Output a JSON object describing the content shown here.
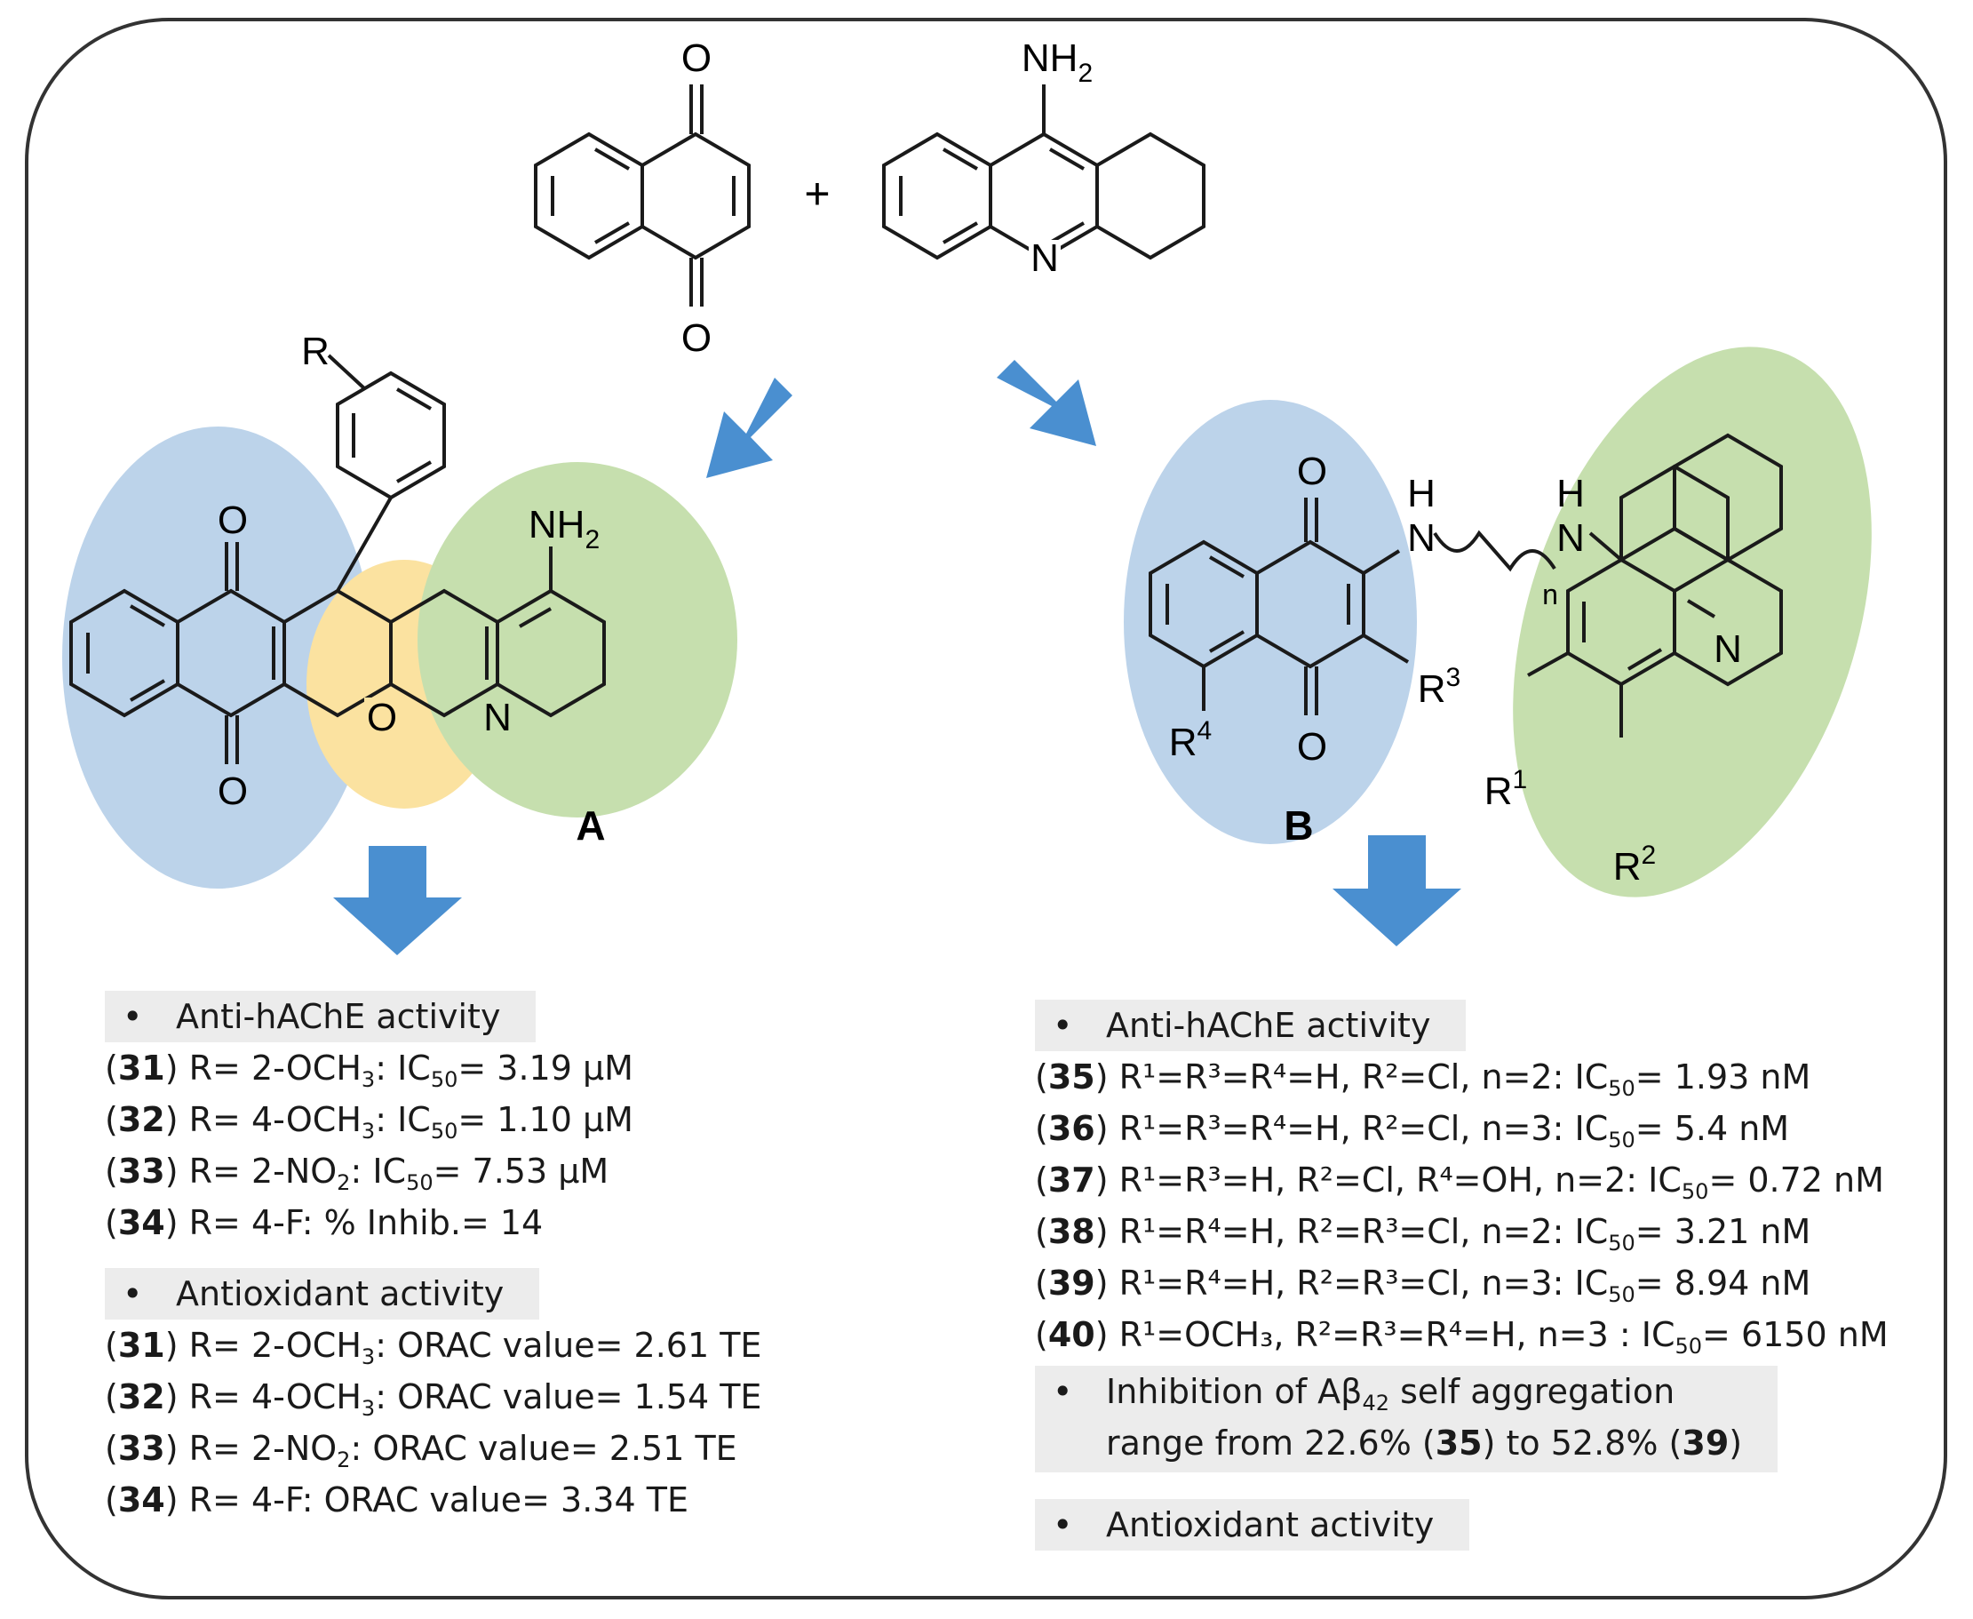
{
  "structures": {
    "top_o_upper": "O",
    "top_o_lower": "O",
    "plus": "+",
    "tacrine_nh2": "NH",
    "tacrine_n": "N",
    "a_r": "R",
    "a_o_upper": "O",
    "a_o_lower": "O",
    "a_o_ring": "O",
    "a_n": "N",
    "a_nh2": "NH",
    "label_a": "A",
    "b_o_upper": "O",
    "b_o_lower": "O",
    "b_h1": "H",
    "b_n1": "N",
    "b_h2": "H",
    "b_n2": "N",
    "b_n_sub": "n",
    "b_r3": "R",
    "b_r4": "R",
    "b_n_ring": "N",
    "b_r1": "R",
    "b_r2": "R",
    "label_b": "B",
    "two": "2",
    "three": "3",
    "four": "4",
    "one": "1"
  },
  "left": {
    "anti_hache": {
      "header": "Anti-hAChE activity",
      "rows": [
        {
          "id": "31",
          "pre": "R= 2-OCH",
          "sub1": "3",
          "mid": ": IC",
          "sub2": "50",
          "post": "= 3.19 µM"
        },
        {
          "id": "32",
          "pre": "R= 4-OCH",
          "sub1": "3",
          "mid": ": IC",
          "sub2": "50",
          "post": "= 1.10 µM"
        },
        {
          "id": "33",
          "pre": "R= 2-NO",
          "sub1": "2",
          "mid": ": IC",
          "sub2": "50",
          "post": "= 7.53 µM"
        }
      ],
      "row34": {
        "id": "34",
        "text": "R= 4-F: % Inhib.= 14"
      }
    },
    "antioxidant": {
      "header": "Antioxidant activity",
      "rows": [
        {
          "id": "31",
          "pre": "R= 2-OCH",
          "sub1": "3",
          "post": ": ORAC value= 2.61 TE"
        },
        {
          "id": "32",
          "pre": "R= 4-OCH",
          "sub1": "3",
          "post": ": ORAC value= 1.54 TE"
        },
        {
          "id": "33",
          "pre": "R= 2-NO",
          "sub1": "2",
          "post": ": ORAC value= 2.51 TE"
        }
      ],
      "row34": {
        "id": "34",
        "text": "R= 4-F: ORAC value= 3.34 TE"
      }
    }
  },
  "right": {
    "anti_hache": {
      "header": "Anti-hAChE activity",
      "rows": [
        {
          "id": "35",
          "text": "R¹=R³=R⁴=H, R²=Cl, n=2: IC",
          "sub": "50",
          "value": "= 1.93 nM"
        },
        {
          "id": "36",
          "text": "R¹=R³=R⁴=H, R²=Cl, n=3: IC",
          "sub": "50",
          "value": "= 5.4 nM"
        },
        {
          "id": "37",
          "text": "R¹=R³=H, R²=Cl, R⁴=OH, n=2: IC",
          "sub": "50",
          "value": "= 0.72 nM"
        },
        {
          "id": "38",
          "text": "R¹=R⁴=H, R²=R³=Cl, n=2: IC",
          "sub": "50",
          "value": "= 3.21 nM"
        },
        {
          "id": "39",
          "text": "R¹=R⁴=H, R²=R³=Cl, n=3: IC",
          "sub": "50",
          "value": "= 8.94 nM"
        },
        {
          "id": "40",
          "text": "R¹=OCH₃, R²=R³=R⁴=H, n=3 : IC",
          "sub": "50",
          "value": "= 6150 nM"
        }
      ]
    },
    "abeta": {
      "header_pre": "Inhibition of Aβ",
      "header_sub": "42",
      "header_post": " self aggregation",
      "range_pre": "range from 22.6% (",
      "range_c1": "35",
      "range_mid": ") to 52.8% (",
      "range_c2": "39",
      "range_post": ")"
    },
    "antioxidant": {
      "header": "Antioxidant activity"
    }
  },
  "colors": {
    "blue_region": "#bcd3ea",
    "yellow_region": "#fbe2a0",
    "green_region": "#c6dfae",
    "arrow": "#4a8fd0",
    "header_bg": "#ececec",
    "frame": "#333333"
  },
  "bullet": "•"
}
